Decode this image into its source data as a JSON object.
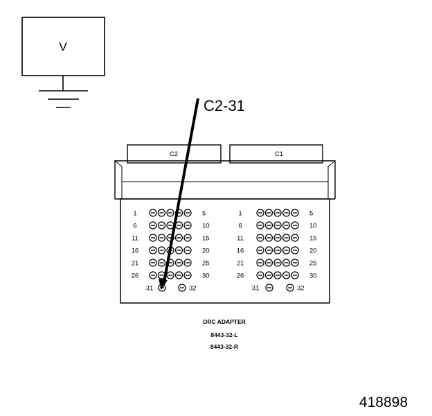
{
  "meter": {
    "label": "V"
  },
  "callout": {
    "label": "C2-31"
  },
  "adapter": {
    "connectors": [
      {
        "tab_label": "C2",
        "rows": [
          {
            "left": "1",
            "right": "5"
          },
          {
            "left": "6",
            "right": "10"
          },
          {
            "left": "11",
            "right": "15"
          },
          {
            "left": "16",
            "right": "20"
          },
          {
            "left": "21",
            "right": "25"
          },
          {
            "left": "26",
            "right": "30"
          }
        ],
        "bottom": {
          "left": "31",
          "right": "32"
        }
      },
      {
        "tab_label": "C1",
        "rows": [
          {
            "left": "1",
            "right": "5"
          },
          {
            "left": "6",
            "right": "10"
          },
          {
            "left": "11",
            "right": "15"
          },
          {
            "left": "16",
            "right": "20"
          },
          {
            "left": "21",
            "right": "25"
          },
          {
            "left": "26",
            "right": "30"
          }
        ],
        "bottom": {
          "left": "31",
          "right": "32"
        }
      }
    ],
    "caption": {
      "title": "DRC ADAPTER",
      "part_left": "8443-32-L",
      "part_right": "8443-32-R"
    }
  },
  "figure_number": "418898",
  "colors": {
    "ink": "#000000",
    "background": "#ffffff"
  }
}
